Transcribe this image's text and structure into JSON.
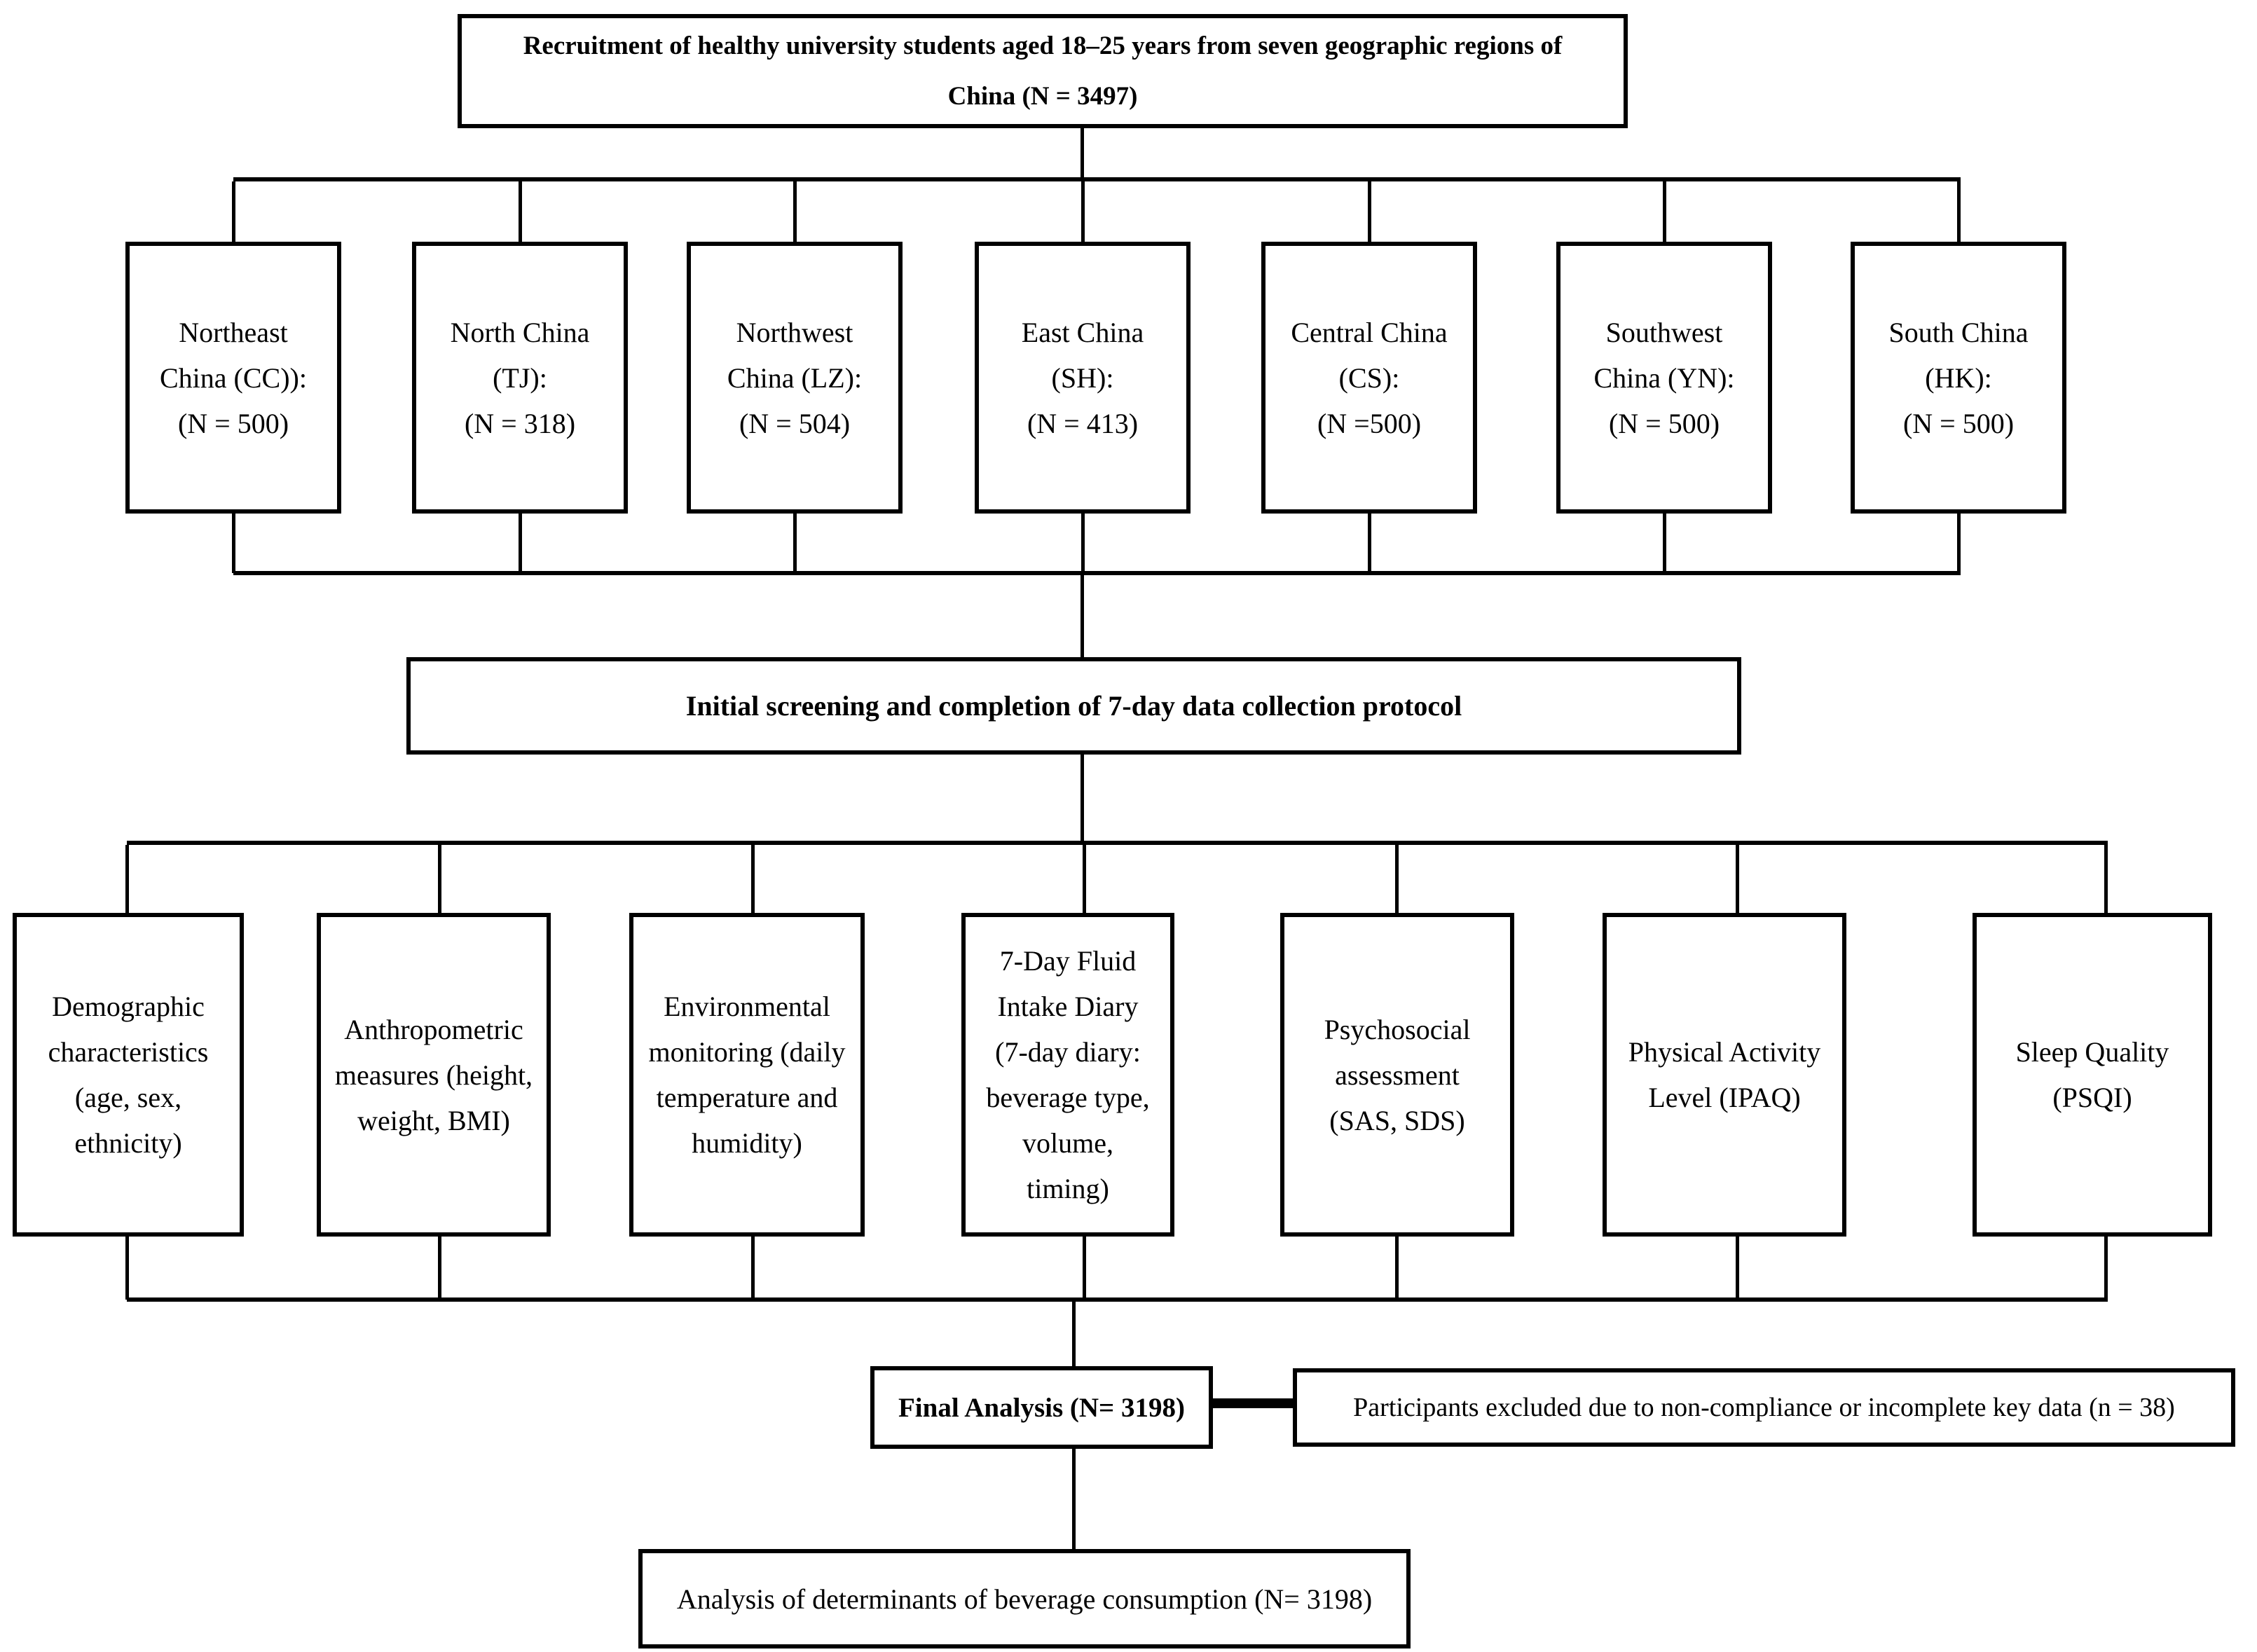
{
  "figure": {
    "title_box": {
      "lines": [
        "Recruitment of healthy university students aged 18–25 years from seven geographic regions of",
        "China (N = 3497)"
      ]
    },
    "region_boxes": [
      {
        "lines": [
          "Northeast",
          "China (CC)):",
          "(N = 500)"
        ]
      },
      {
        "lines": [
          "North China",
          "(TJ):",
          "(N = 318)"
        ]
      },
      {
        "lines": [
          "Northwest",
          "China (LZ):",
          "(N = 504)"
        ]
      },
      {
        "lines": [
          "East China",
          "(SH):",
          "(N = 413)"
        ]
      },
      {
        "lines": [
          "Central China",
          "(CS):",
          "(N =500)"
        ]
      },
      {
        "lines": [
          "Southwest",
          "China (YN):",
          "(N = 500)"
        ]
      },
      {
        "lines": [
          "South China",
          "(HK):",
          "(N = 500)"
        ]
      }
    ],
    "screening_box": {
      "label": "Initial screening and completion of 7-day data collection protocol"
    },
    "assessment_boxes": [
      {
        "lines": [
          "Demographic",
          "characteristics",
          "(age, sex,",
          "ethnicity)"
        ]
      },
      {
        "lines": [
          "Anthropometric",
          "measures (height,",
          "weight, BMI)"
        ]
      },
      {
        "lines": [
          "Environmental",
          "monitoring (daily",
          "temperature and",
          "humidity)"
        ]
      },
      {
        "lines": [
          "7-Day Fluid",
          "Intake Diary",
          "(7-day diary:",
          "beverage type,",
          "volume,",
          "timing)"
        ]
      },
      {
        "lines": [
          "Psychosocial",
          "assessment",
          "(SAS, SDS)"
        ]
      },
      {
        "lines": [
          "Physical Activity",
          "Level (IPAQ)"
        ]
      },
      {
        "lines": [
          "Sleep Quality",
          "(PSQI)"
        ]
      }
    ],
    "final_box": {
      "label": "Final Analysis (N= 3198)"
    },
    "excluded_box": {
      "label": "Participants excluded due to non-compliance or incomplete key data (n = 38)"
    },
    "analysis_box": {
      "label": "Analysis of determinants of beverage consumption (N= 3198)"
    }
  },
  "colors": {
    "background": "#ffffff",
    "line": "#000000",
    "text": "#000000"
  }
}
